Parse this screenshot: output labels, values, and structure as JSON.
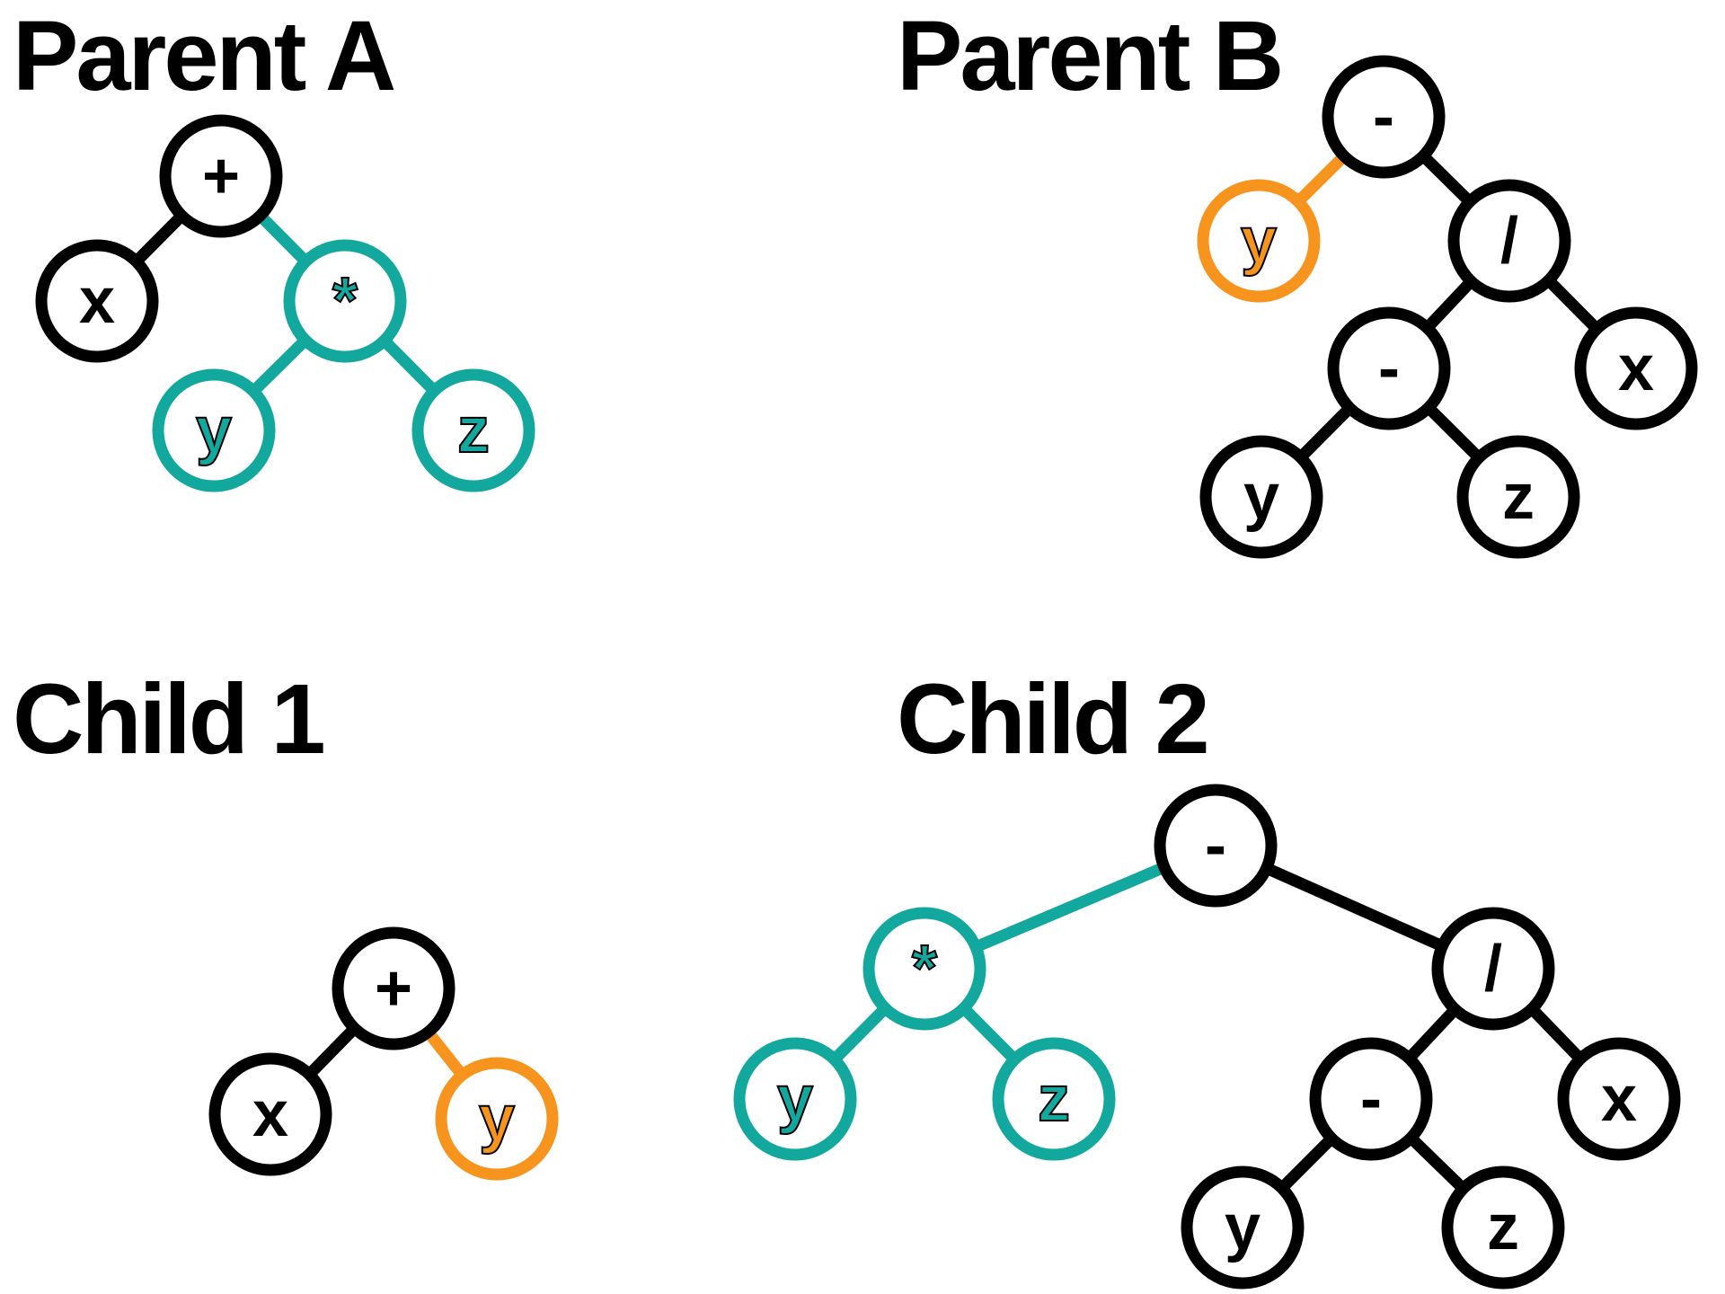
{
  "colors": {
    "default": "#000000",
    "swap_a": "#13a89e",
    "swap_b": "#f7941d",
    "fill": "#ffffff"
  },
  "titles": {
    "parent_a": "Parent A",
    "parent_b": "Parent B",
    "child_1": "Child 1",
    "child_2": "Child 2"
  },
  "trees": {
    "parent_a": {
      "nodes": [
        {
          "id": "a0",
          "label": "+",
          "role": "default"
        },
        {
          "id": "a1",
          "label": "x",
          "role": "default"
        },
        {
          "id": "a2",
          "label": "*",
          "role": "swap_a"
        },
        {
          "id": "a3",
          "label": "y",
          "role": "swap_a"
        },
        {
          "id": "a4",
          "label": "z",
          "role": "swap_a"
        }
      ],
      "edges": [
        [
          "a0",
          "a1"
        ],
        [
          "a0",
          "a2"
        ],
        [
          "a2",
          "a3"
        ],
        [
          "a2",
          "a4"
        ]
      ]
    },
    "parent_b": {
      "nodes": [
        {
          "id": "b0",
          "label": "-",
          "role": "default"
        },
        {
          "id": "b1",
          "label": "y",
          "role": "swap_b"
        },
        {
          "id": "b2",
          "label": "/",
          "role": "default"
        },
        {
          "id": "b3",
          "label": "-",
          "role": "default"
        },
        {
          "id": "b4",
          "label": "x",
          "role": "default"
        },
        {
          "id": "b5",
          "label": "y",
          "role": "default"
        },
        {
          "id": "b6",
          "label": "z",
          "role": "default"
        }
      ],
      "edges": [
        [
          "b0",
          "b1"
        ],
        [
          "b0",
          "b2"
        ],
        [
          "b2",
          "b3"
        ],
        [
          "b2",
          "b4"
        ],
        [
          "b3",
          "b5"
        ],
        [
          "b3",
          "b6"
        ]
      ]
    },
    "child_1": {
      "nodes": [
        {
          "id": "c0",
          "label": "+",
          "role": "default"
        },
        {
          "id": "c1",
          "label": "x",
          "role": "default"
        },
        {
          "id": "c2",
          "label": "y",
          "role": "swap_b"
        }
      ],
      "edges": [
        [
          "c0",
          "c1"
        ],
        [
          "c0",
          "c2"
        ]
      ]
    },
    "child_2": {
      "nodes": [
        {
          "id": "d0",
          "label": "-",
          "role": "default"
        },
        {
          "id": "d1",
          "label": "*",
          "role": "swap_a"
        },
        {
          "id": "d2",
          "label": "/",
          "role": "default"
        },
        {
          "id": "d3",
          "label": "y",
          "role": "swap_a"
        },
        {
          "id": "d4",
          "label": "z",
          "role": "swap_a"
        },
        {
          "id": "d5",
          "label": "-",
          "role": "default"
        },
        {
          "id": "d6",
          "label": "x",
          "role": "default"
        },
        {
          "id": "d7",
          "label": "y",
          "role": "default"
        },
        {
          "id": "d8",
          "label": "z",
          "role": "default"
        }
      ],
      "edges": [
        [
          "d0",
          "d1"
        ],
        [
          "d0",
          "d2"
        ],
        [
          "d1",
          "d3"
        ],
        [
          "d1",
          "d4"
        ],
        [
          "d2",
          "d5"
        ],
        [
          "d2",
          "d6"
        ],
        [
          "d5",
          "d7"
        ],
        [
          "d5",
          "d8"
        ]
      ]
    }
  }
}
